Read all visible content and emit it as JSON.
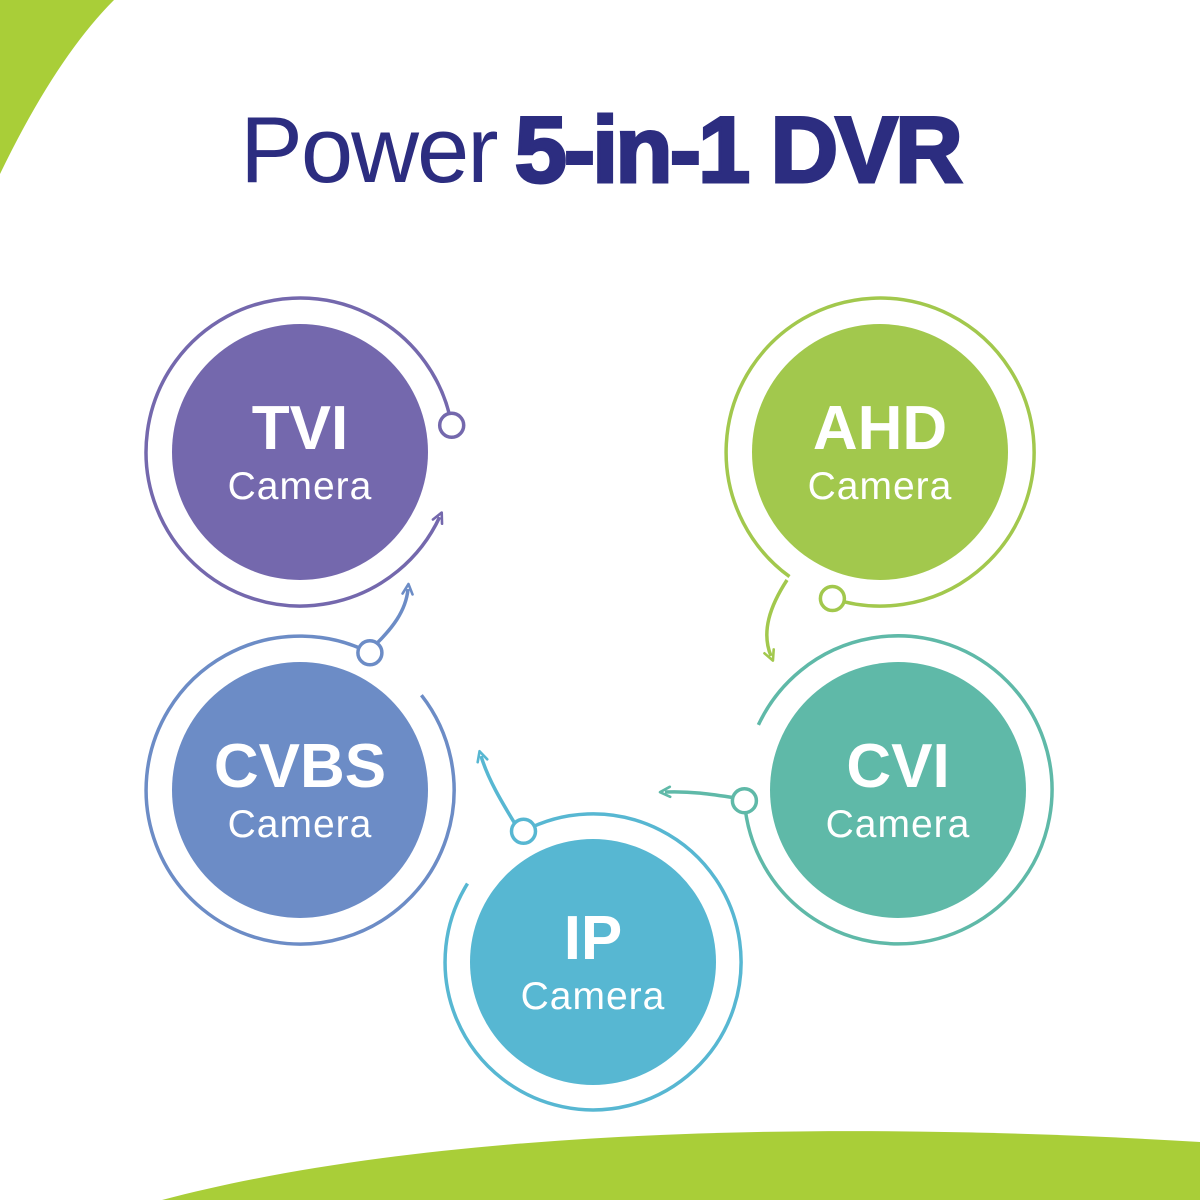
{
  "title": {
    "regular": "Power",
    "bold": "5-in-1 DVR"
  },
  "colors": {
    "accent_green": "#A9CE38",
    "title_text": "#2C2D80",
    "background": "#FFFFFF"
  },
  "nodes": [
    {
      "id": "tvi",
      "label": "TVI",
      "sublabel": "Camera",
      "color": "#7468AD"
    },
    {
      "id": "ahd",
      "label": "AHD",
      "sublabel": "Camera",
      "color": "#A2C84D"
    },
    {
      "id": "cvbs",
      "label": "CVBS",
      "sublabel": "Camera",
      "color": "#6C8CC6"
    },
    {
      "id": "cvi",
      "label": "CVI",
      "sublabel": "Camera",
      "color": "#5FB9A8"
    },
    {
      "id": "ip",
      "label": "IP",
      "sublabel": "Camera",
      "color": "#57B7D2"
    }
  ]
}
